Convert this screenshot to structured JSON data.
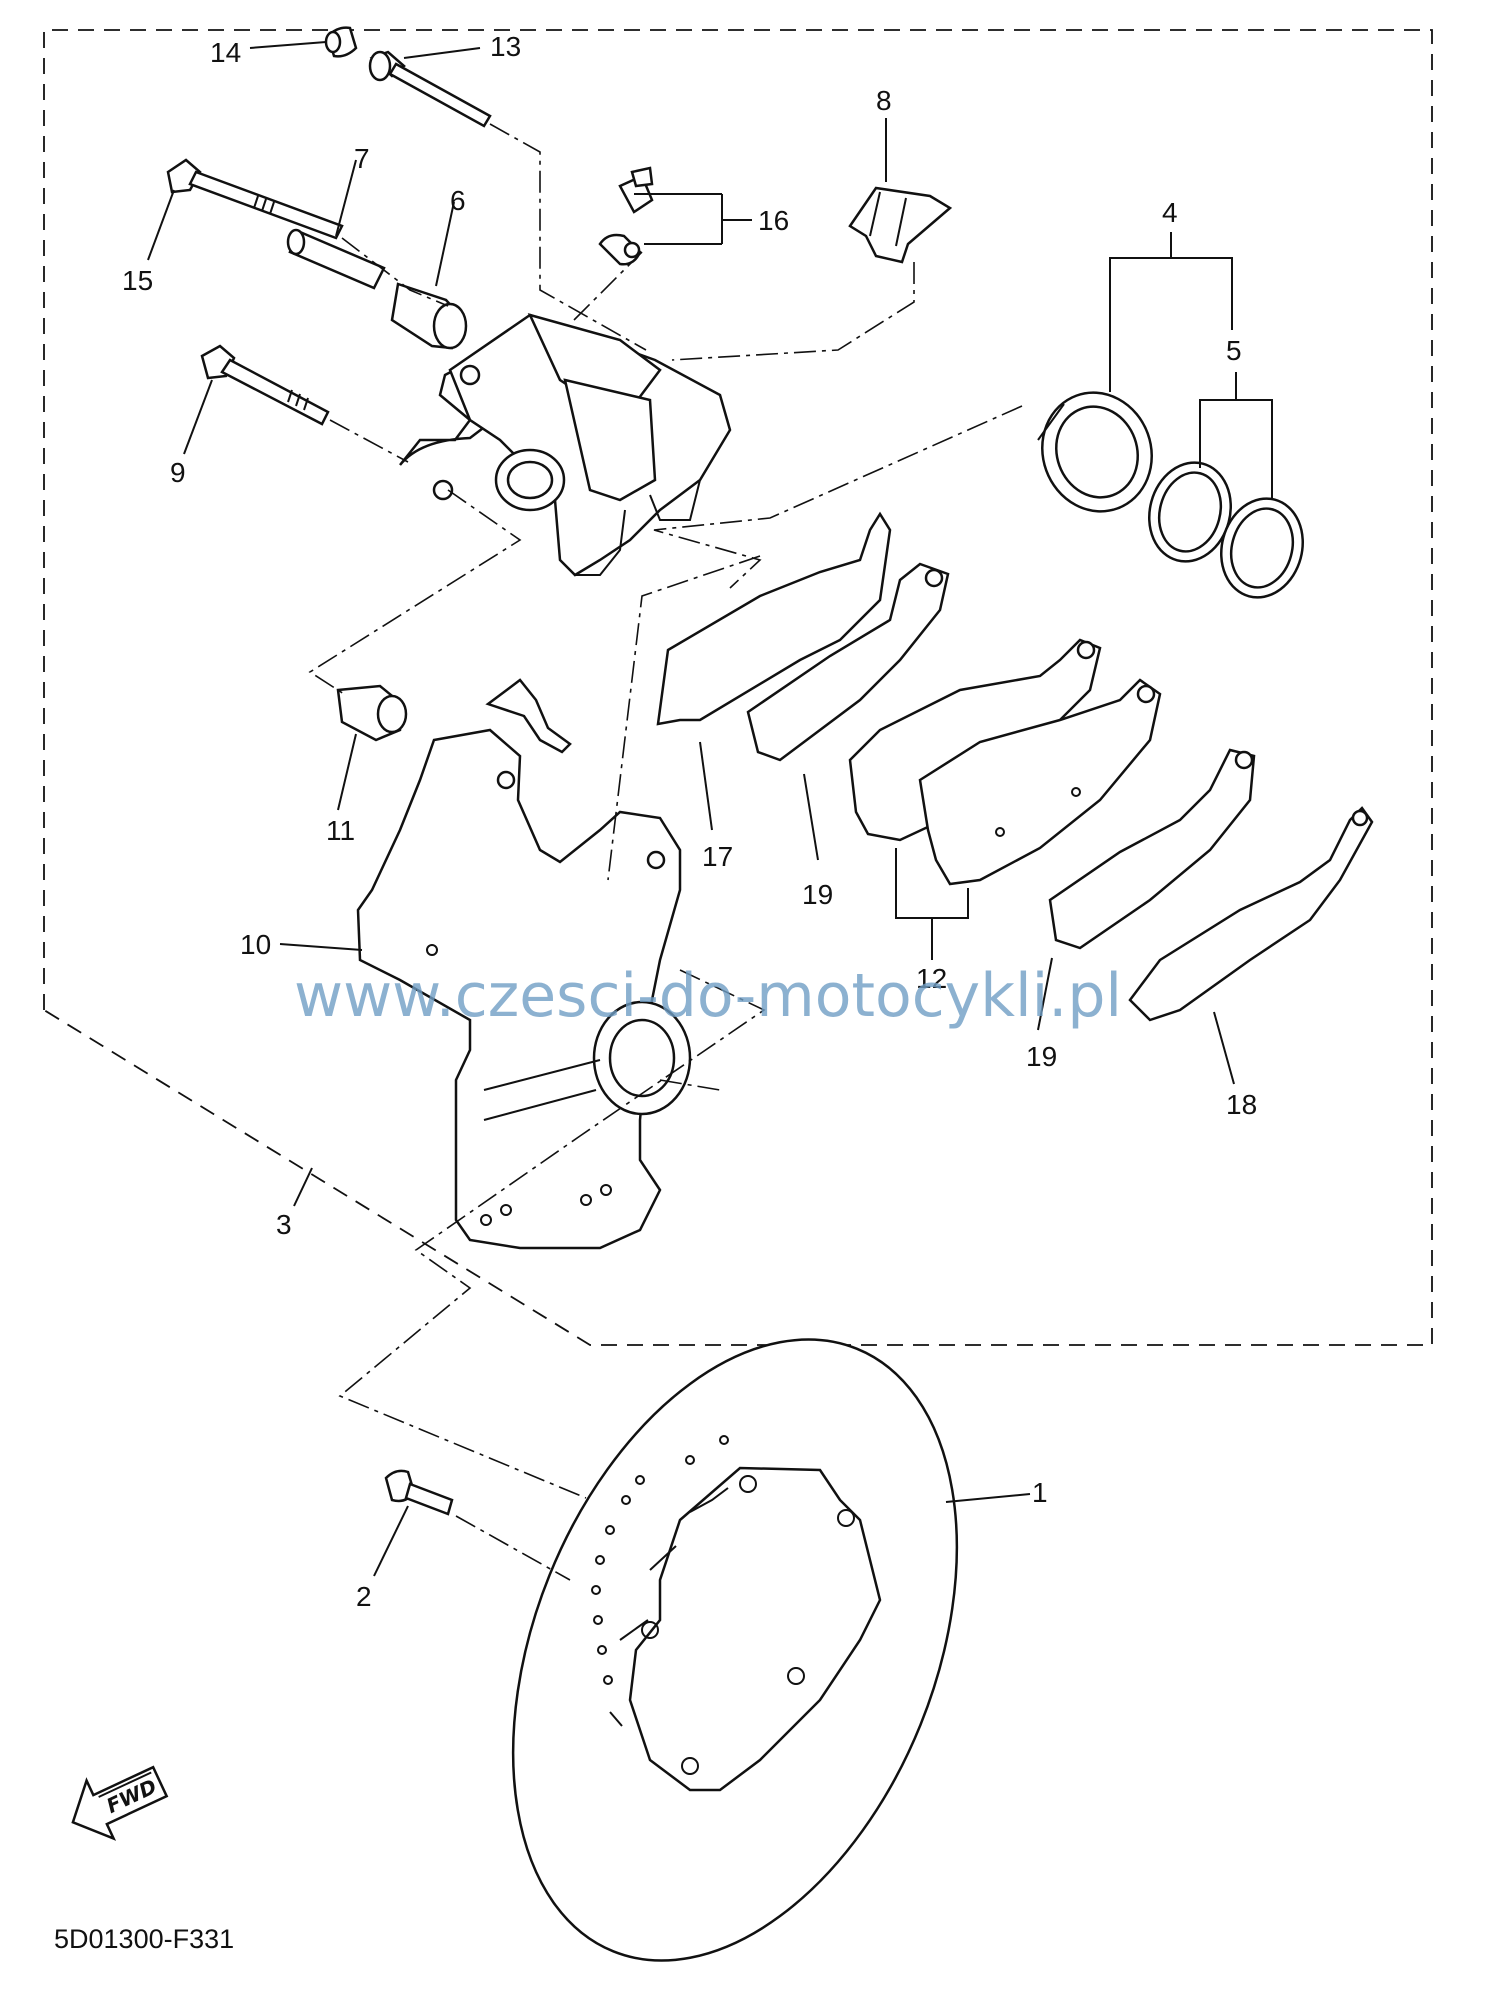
{
  "callouts": [
    {
      "id": "c1",
      "label": "1"
    },
    {
      "id": "c2",
      "label": "2"
    },
    {
      "id": "c3",
      "label": "3"
    },
    {
      "id": "c4",
      "label": "4"
    },
    {
      "id": "c5",
      "label": "5"
    },
    {
      "id": "c6",
      "label": "6"
    },
    {
      "id": "c7",
      "label": "7"
    },
    {
      "id": "c8",
      "label": "8"
    },
    {
      "id": "c9",
      "label": "9"
    },
    {
      "id": "c10",
      "label": "10"
    },
    {
      "id": "c11",
      "label": "11"
    },
    {
      "id": "c12",
      "label": "12"
    },
    {
      "id": "c13",
      "label": "13"
    },
    {
      "id": "c14",
      "label": "14"
    },
    {
      "id": "c15",
      "label": "15"
    },
    {
      "id": "c16",
      "label": "16"
    },
    {
      "id": "c17",
      "label": "17"
    },
    {
      "id": "c18",
      "label": "18"
    },
    {
      "id": "c19a",
      "label": "19"
    },
    {
      "id": "c19b",
      "label": "19"
    }
  ],
  "watermark": "www.czesci-do-motocykli.pl",
  "fwd_label": "FWD",
  "doc_id": "5D01300-F331",
  "colors": {
    "watermark": "#6f9ec4",
    "ink": "#111111"
  }
}
